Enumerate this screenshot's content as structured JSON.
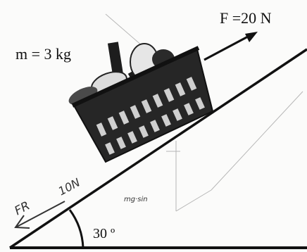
{
  "labels": {
    "force": "F =20 N",
    "mass": "m = 3 kg",
    "angle": "30 º"
  },
  "handwriting": {
    "friction_arrow": "FR",
    "friction_value": "10N",
    "weight_component": "mg·sin"
  },
  "colors": {
    "ink": "#111111",
    "pencil": "#5a5a5a",
    "basket": "#262626"
  }
}
